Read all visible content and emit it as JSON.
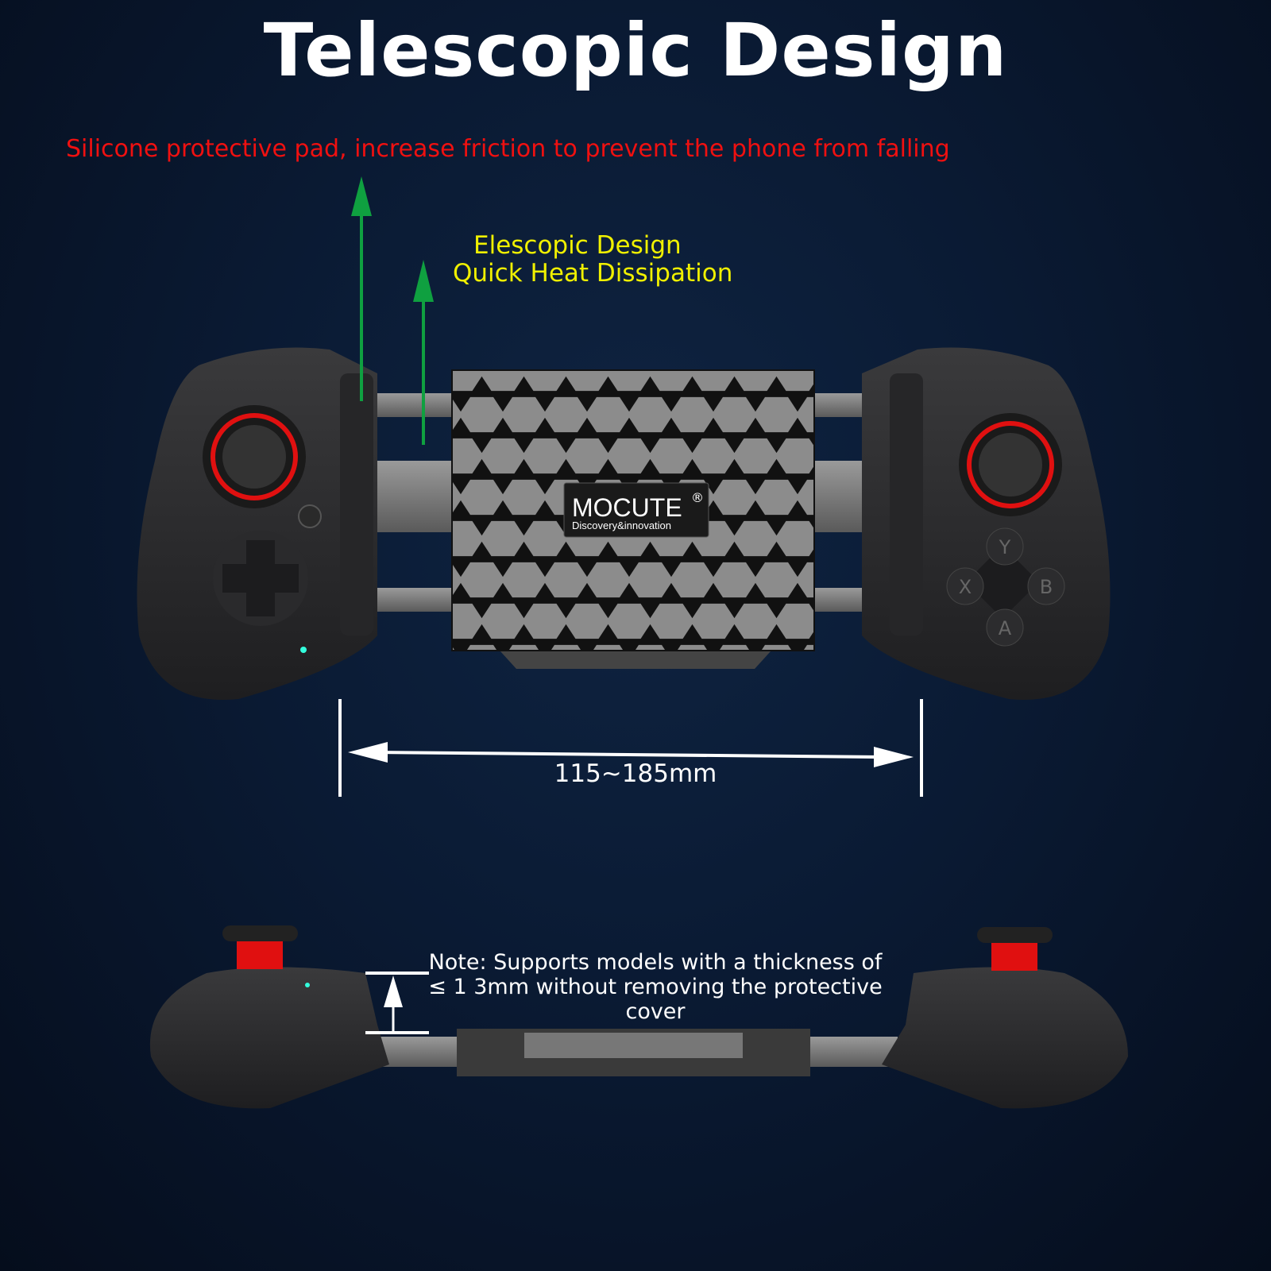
{
  "title": "Telescopic Design",
  "annotations": {
    "silicone_pad": "Silicone protective pad, increase friction to prevent the phone from falling",
    "telescopic_line1": "Elescopic Design",
    "telescopic_line2": "Quick Heat Dissipation",
    "width_range": "115~185mm",
    "thickness_note": "Note: Supports models with a thickness of ≤ 1 3mm without removing the protective cover"
  },
  "logo": {
    "brand": "MOCUTE",
    "registered": "®",
    "tagline": "Discovery&innovation"
  },
  "buttons": {
    "y": "Y",
    "x": "X",
    "b": "B",
    "a": "A"
  },
  "colors": {
    "title": "#ffffff",
    "red_note": "#f01010",
    "yellow_note": "#f0f000",
    "arrow_green": "#0fa040",
    "accent_red": "#e01010"
  }
}
